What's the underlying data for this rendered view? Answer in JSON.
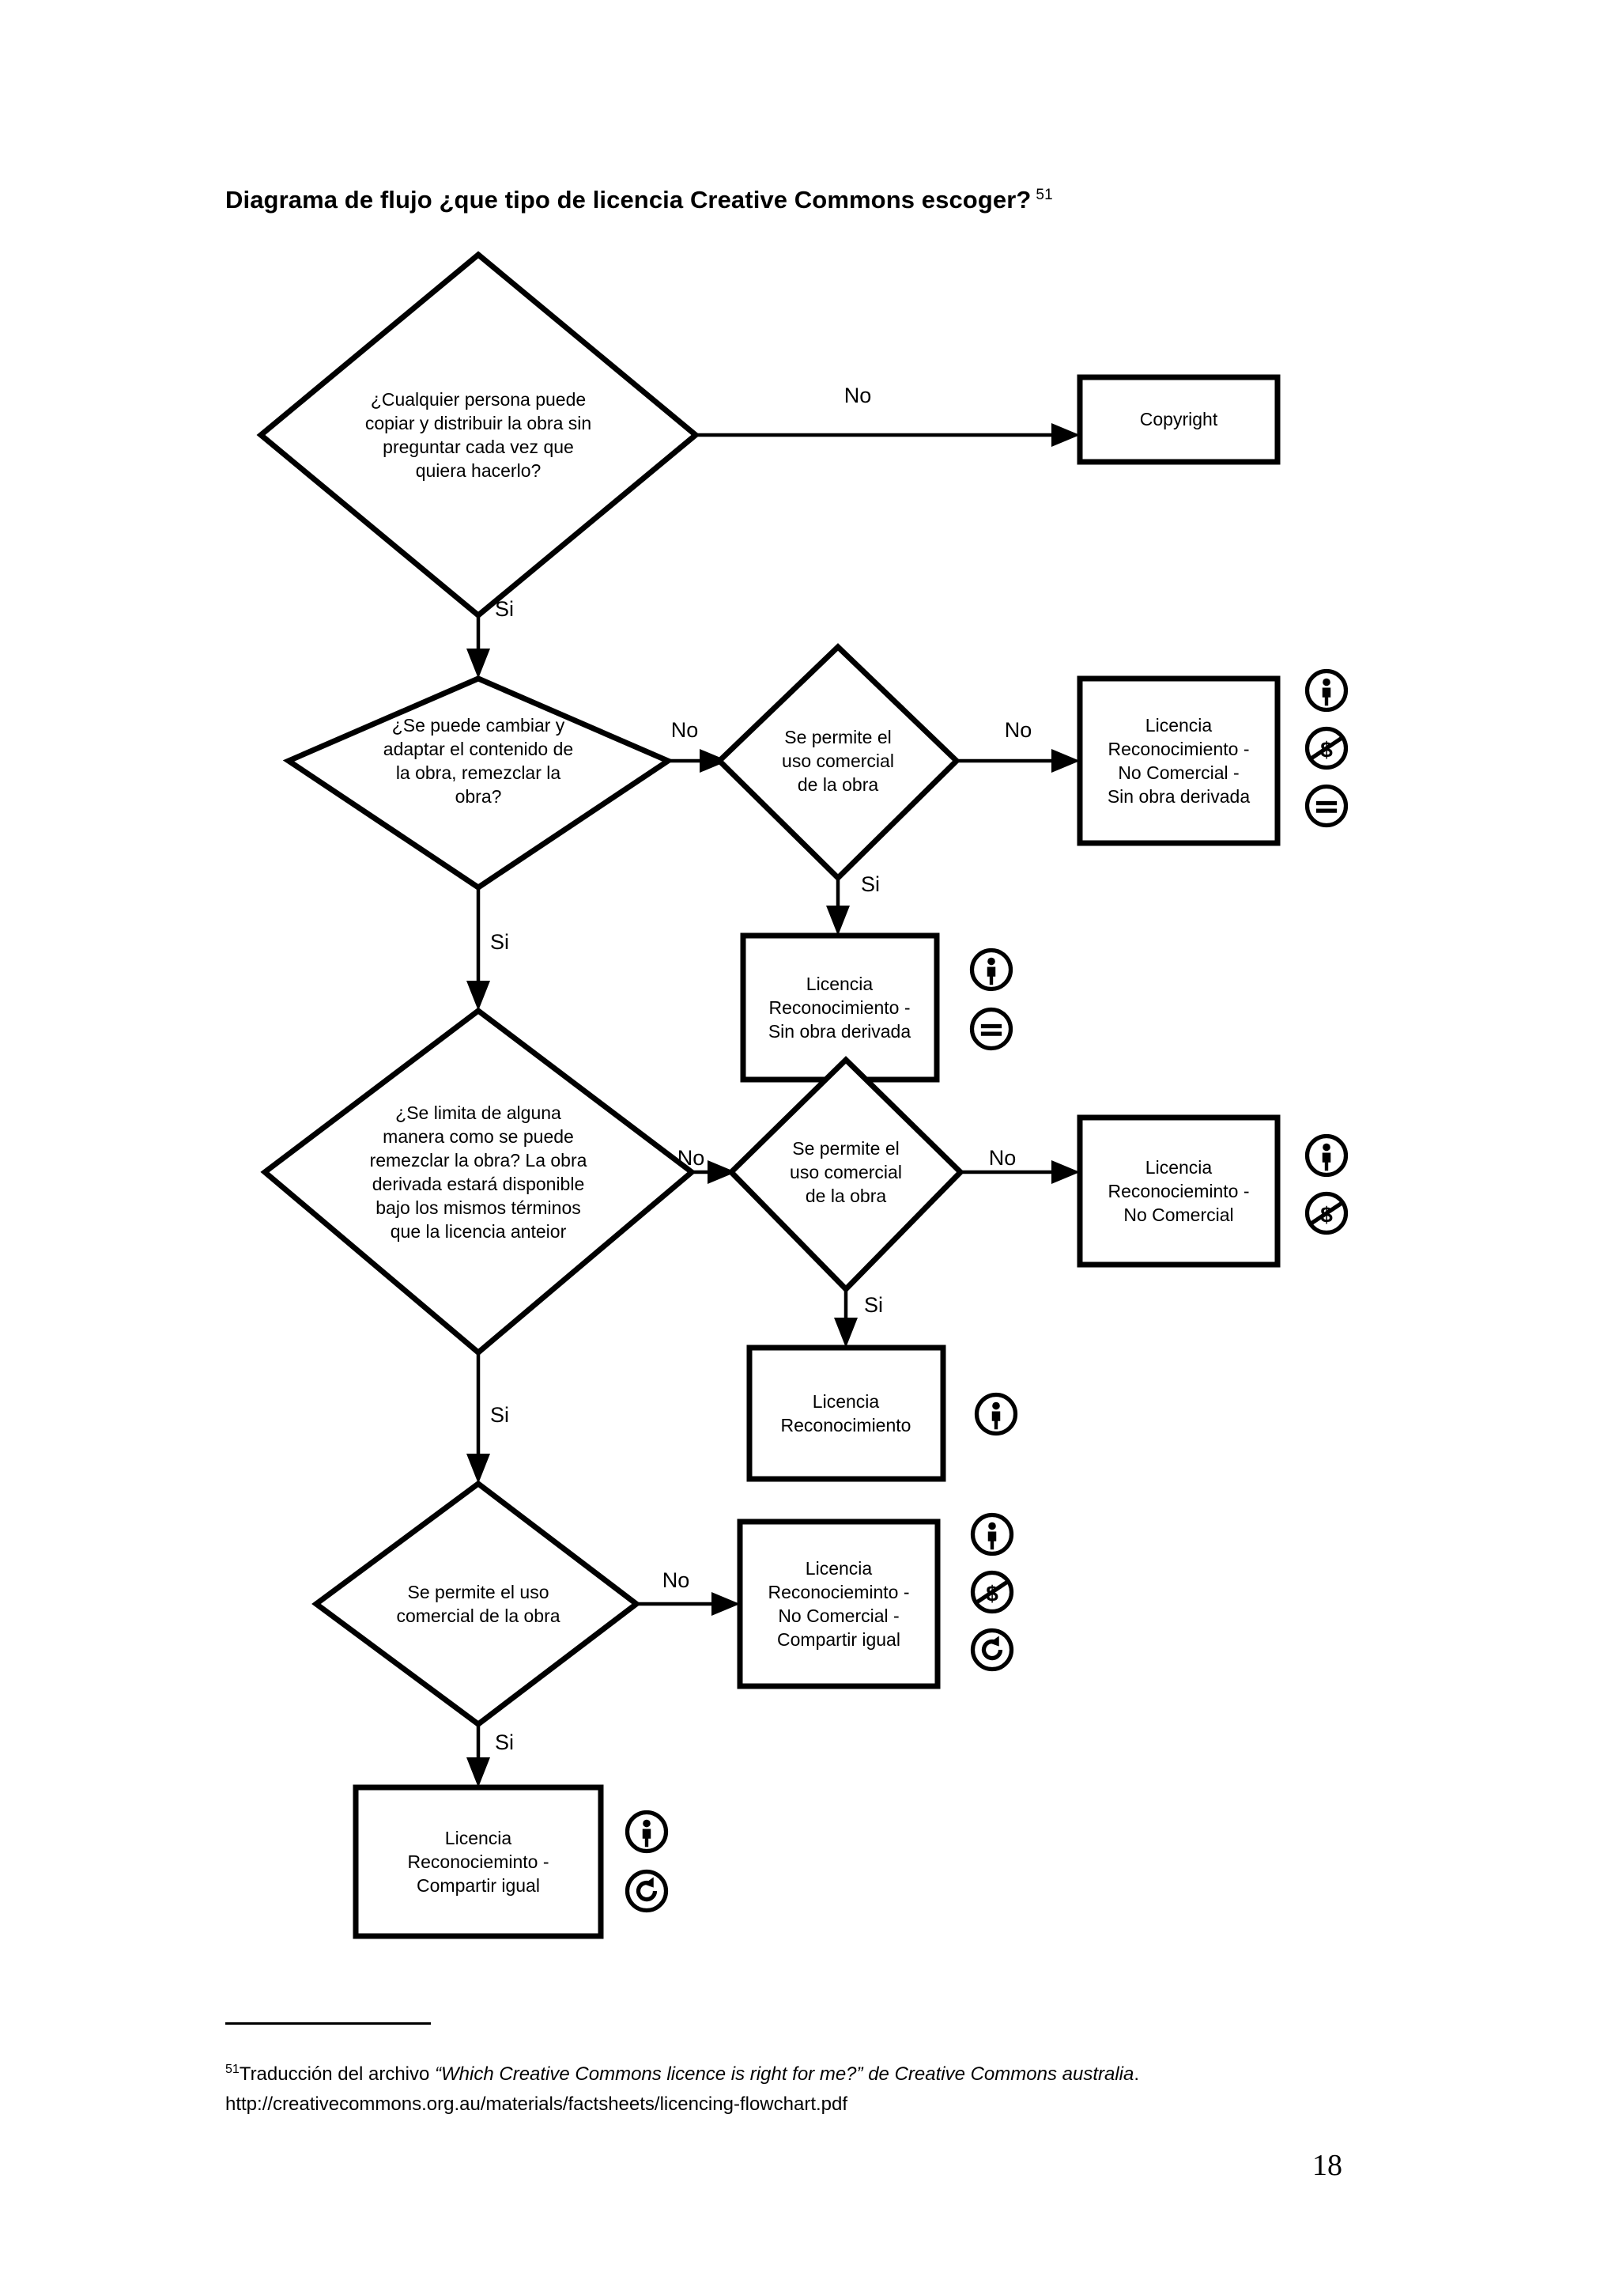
{
  "page": {
    "title_main": "Diagrama de flujo ¿que tipo de licencia Creative Commons escoger?",
    "title_footnote_marker": "51",
    "page_number": "18"
  },
  "footnote": {
    "marker": "51",
    "text_part1": "Traducción del archivo ",
    "quoted_title": "“Which Creative Commons licence is right for me?”",
    "text_part2": " de Creative Commons ",
    "italic_source": "australia",
    "text_part3": ". http://creativecommons.org.au/materials/factsheets/licencing-flowchart.pdf"
  },
  "chart_data": {
    "type": "flowchart",
    "title": "Diagrama de flujo ¿que tipo de licencia Creative Commons escoger?",
    "nodes": [
      {
        "id": "q1",
        "shape": "diamond",
        "label": "¿Cualquier persona puede\ncopiar y distribuir la obra sin\npreguntar cada vez que\nquiera hacerlo?"
      },
      {
        "id": "copyright",
        "shape": "box",
        "label": "Copyright",
        "icons": []
      },
      {
        "id": "q2",
        "shape": "diamond",
        "label": "¿Se puede cambiar y\nadaptar el contenido de\nla obra, remezclar la\nobra?"
      },
      {
        "id": "q2b",
        "shape": "diamond",
        "label": "Se permite el\nuso comercial\nde la obra"
      },
      {
        "id": "lic_by_nc_nd",
        "shape": "box",
        "label": "Licencia\nReconocimiento -\nNo Comercial -\nSin obra derivada",
        "icons": [
          "cc-by-icon",
          "cc-nc-icon",
          "cc-nd-icon"
        ]
      },
      {
        "id": "lic_by_nd",
        "shape": "box",
        "label": "Licencia\nReconocimiento -\nSin obra derivada",
        "icons": [
          "cc-by-icon",
          "cc-nd-icon"
        ]
      },
      {
        "id": "q3",
        "shape": "diamond",
        "label": "¿Se limita de alguna\nmanera como se puede\nremezclar la obra? La obra\nderivada estará disponible\nbajo los mismos términos\nque la licencia anteior"
      },
      {
        "id": "q3b",
        "shape": "diamond",
        "label": "Se permite el\nuso comercial\nde la obra"
      },
      {
        "id": "lic_by_nc",
        "shape": "box",
        "label": "Licencia\nReconocieminto -\nNo Comercial",
        "icons": [
          "cc-by-icon",
          "cc-nc-icon"
        ]
      },
      {
        "id": "lic_by",
        "shape": "box",
        "label": "Licencia\nReconocimiento",
        "icons": [
          "cc-by-icon"
        ]
      },
      {
        "id": "q4",
        "shape": "diamond",
        "label": "Se permite el uso\ncomercial de la obra"
      },
      {
        "id": "lic_by_nc_sa",
        "shape": "box",
        "label": "Licencia\nReconocieminto -\nNo Comercial -\nCompartir igual",
        "icons": [
          "cc-by-icon",
          "cc-nc-icon",
          "cc-sa-icon"
        ]
      },
      {
        "id": "lic_by_sa",
        "shape": "box",
        "label": "Licencia\nReconocieminto -\nCompartir igual",
        "icons": [
          "cc-by-icon",
          "cc-sa-icon"
        ]
      }
    ],
    "edges": [
      {
        "from": "q1",
        "to": "copyright",
        "label": "No"
      },
      {
        "from": "q1",
        "to": "q2",
        "label": "Si"
      },
      {
        "from": "q2",
        "to": "q2b",
        "label": "No"
      },
      {
        "from": "q2b",
        "to": "lic_by_nc_nd",
        "label": "No"
      },
      {
        "from": "q2b",
        "to": "lic_by_nd",
        "label": "Si"
      },
      {
        "from": "q2",
        "to": "q3",
        "label": "Si"
      },
      {
        "from": "q3",
        "to": "q3b",
        "label": "No"
      },
      {
        "from": "q3b",
        "to": "lic_by_nc",
        "label": "No"
      },
      {
        "from": "q3b",
        "to": "lic_by",
        "label": "Si"
      },
      {
        "from": "q3",
        "to": "q4",
        "label": "Si"
      },
      {
        "from": "q4",
        "to": "lic_by_nc_sa",
        "label": "No"
      },
      {
        "from": "q4",
        "to": "lic_by_sa",
        "label": "Si"
      }
    ],
    "edge_labels": {
      "q1_no": "No",
      "q1_si": "Si",
      "q2_no": "No",
      "q2b_no": "No",
      "q2b_si": "Si",
      "q2_si": "Si",
      "q3_no": "No",
      "q3b_no": "No",
      "q3b_si": "Si",
      "q3_si": "Si",
      "q4_no": "No",
      "q4_si": "Si"
    },
    "colors": {
      "stroke": "#000000",
      "fill": "#ffffff",
      "text": "#000000"
    }
  }
}
